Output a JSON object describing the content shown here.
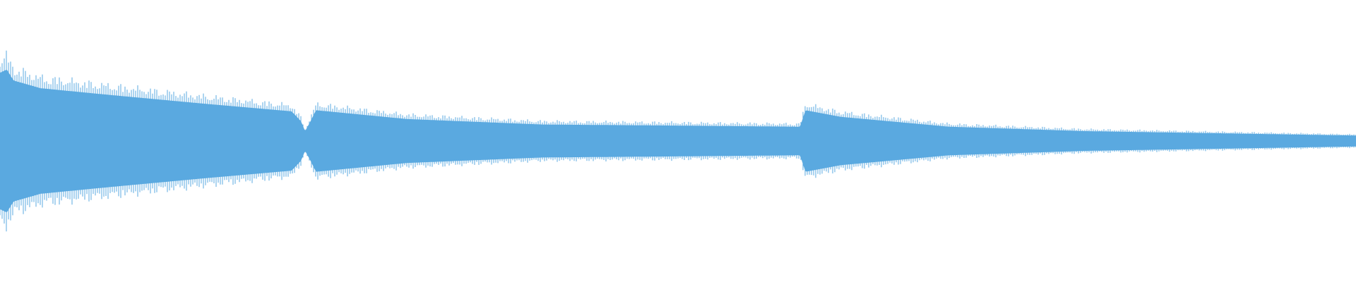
{
  "waveform": {
    "color": "#5aa9e0",
    "background": "#ffffff",
    "envelope_note": "",
    "envelope": [
      {
        "t": 0.0,
        "a": 0.62
      },
      {
        "t": 0.005,
        "a": 0.65
      },
      {
        "t": 0.01,
        "a": 0.55
      },
      {
        "t": 0.03,
        "a": 0.48
      },
      {
        "t": 0.08,
        "a": 0.42
      },
      {
        "t": 0.15,
        "a": 0.34
      },
      {
        "t": 0.215,
        "a": 0.27
      },
      {
        "t": 0.222,
        "a": 0.18
      },
      {
        "t": 0.225,
        "a": 0.09
      },
      {
        "t": 0.229,
        "a": 0.18
      },
      {
        "t": 0.233,
        "a": 0.28
      },
      {
        "t": 0.3,
        "a": 0.2
      },
      {
        "t": 0.4,
        "a": 0.15
      },
      {
        "t": 0.5,
        "a": 0.14
      },
      {
        "t": 0.59,
        "a": 0.13
      },
      {
        "t": 0.594,
        "a": 0.28
      },
      {
        "t": 0.62,
        "a": 0.22
      },
      {
        "t": 0.7,
        "a": 0.13
      },
      {
        "t": 0.8,
        "a": 0.09
      },
      {
        "t": 0.9,
        "a": 0.07
      },
      {
        "t": 1.0,
        "a": 0.05
      }
    ]
  }
}
